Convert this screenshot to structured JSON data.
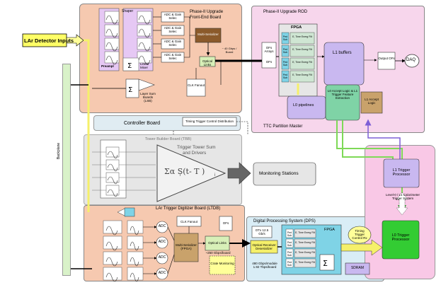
{
  "input": {
    "label": "LAr Detector Inputs"
  },
  "backplane": {
    "label": "Backplane"
  },
  "feb": {
    "title_line1": "Phase-II Upgrade",
    "title_line2": "Front-End Board",
    "shaper": "Shaper",
    "preampl": "Preampl",
    "linear_mixer": "Linear Mixer",
    "adc_gain": [
      "ADC & Gain Selec",
      "ADC & Gain Selec",
      "ADC & Gain Selec",
      "ADC & Gain Selec"
    ],
    "multi_serializer": "Multi-Serializer",
    "optical_links": "Optical Links",
    "clk_fanout": "CLK Fanout",
    "layer_sum": "Layer Sum Boards (LSB)",
    "controller_board": "Controller Board",
    "timing_trigger": "Timing Trigger Control Distribution",
    "data_rate": "~ 40 Gbps / Board"
  },
  "tbb": {
    "title": "Tower Builder Board (TBB)",
    "sum_title_line1": "Trigger Tower Sum",
    "sum_title_line2": "and Drivers",
    "formula": "Σα S(t- T )",
    "formula_sub_i1": "i",
    "formula_sub_i2": "i",
    "monitoring": "Monitoring Stations"
  },
  "rod": {
    "title": "Phase-II Upgrade ROD",
    "fpga": "FPGA",
    "ofs_arrays": "OFs Arrays",
    "ofs": "OFs",
    "l1_buffers": "L1 buffers",
    "output_ofs": "Output OFs",
    "daq": "DAQ",
    "l0_pipelines": "L0 pipelines",
    "l0_accept": "L0 Accept Logic & L1 Trigger Feature Extraction",
    "l1_accept": "L1 Accept Logic",
    "ttc": "TTC Partition Master",
    "cells": [
      "Ped Sub",
      "E, Time Energ Filt",
      "Ped Sub",
      "E, Time Energ Filt",
      "Ped Sub",
      "E, Time Energ Filt",
      "Ped Sub",
      "E, Time Energ Filt"
    ]
  },
  "l1": {
    "l1_trigger": "L1 Trigger Processor",
    "l0l1_system": "Level-0 / L1 Calorimeter Trigger System",
    "l0_trigger": "L0 Trigger Processor"
  },
  "ltdb": {
    "title": "LAr Trigger Digitizer Board (LTDB)",
    "adc": [
      "ADC",
      "ADC",
      "ADC",
      "ADC"
    ],
    "clk_fanout": "CLK Fanout",
    "ofs": "OFs",
    "multi_serializer": "Multi-Serializer (FPGA)",
    "optical_links": "Optical Links",
    "rate": "~250 Gbps/board",
    "crate_monitoring": "Crate Monitoring"
  },
  "dps": {
    "title": "Digital Processing System (DPS)",
    "otx": "OTx 12.5 Gb/s",
    "optical_receiver": "Optical Receiver Deserializer",
    "rate": "480 Gbps/module 1.92 Tbps/board",
    "fpga": "FPGA",
    "timing_trigger": "Timing Trigger Control Rx",
    "sdram": "SDRAM",
    "cells": [
      "Ped Sub",
      "E, Time Energ Filt",
      "Ped Sub",
      "E, Time Energ Filt",
      "Ped Sub",
      "E, Time Energ Filt",
      "Ped Sub",
      "E, Time Energ Filt"
    ]
  },
  "colors": {
    "feb_bg": "#f6c9b0",
    "rod_bg": "#f7d6ec",
    "tbb_bg": "#e1e1e1",
    "ltdb_bg": "#f6c9b0",
    "dps_bg": "#d9edf6",
    "l0_green": "#33cc33",
    "lavender": "#c9b8f0",
    "brown": "#8b5a2b",
    "yellow_line": "#f5f06a",
    "green_line": "#7ed957",
    "cyan": "#7fd3e6"
  }
}
